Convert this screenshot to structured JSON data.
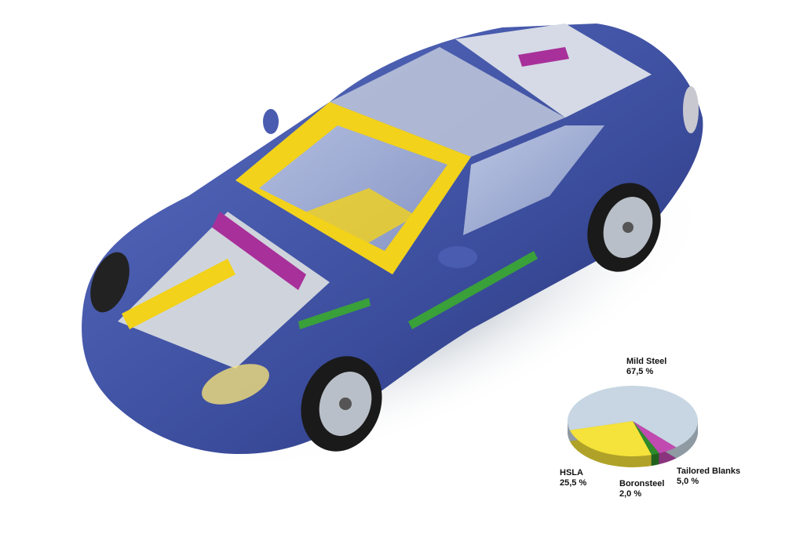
{
  "chart_data": {
    "type": "pie",
    "title": "",
    "slices": [
      {
        "label": "Mild Steel",
        "value": 67.5,
        "value_label": "67,5 %",
        "color": "#c7d6e2"
      },
      {
        "label": "HSLA",
        "value": 25.5,
        "value_label": "25,5 %",
        "color": "#f5e23a"
      },
      {
        "label": "Boronsteel",
        "value": 2.0,
        "value_label": "2,0 %",
        "color": "#2e8a2a"
      },
      {
        "label": "Tailored Blanks",
        "value": 5.0,
        "value_label": "5,0 %",
        "color": "#c04ab0"
      }
    ],
    "style": "3d"
  },
  "colors": {
    "body": "#3d4f9e",
    "structure": "#f2d21a",
    "boron": "#3aa03a",
    "tailored": "#a8309a"
  }
}
